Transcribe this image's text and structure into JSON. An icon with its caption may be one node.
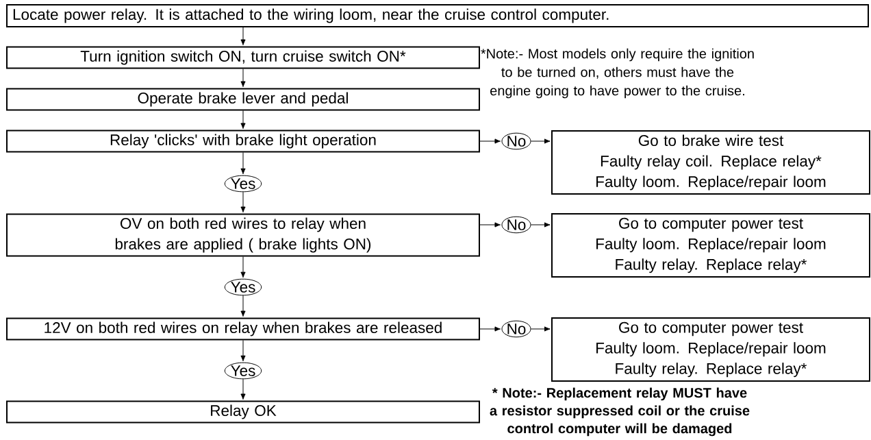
{
  "diagram": {
    "nodes": [
      {
        "text": [
          "Locate power relay.  It is attached to the wiring loom, near the cruise control computer."
        ]
      },
      {
        "text": [
          "Turn ignition switch ON, turn cruise switch ON*"
        ]
      },
      {
        "text": [
          "Operate brake lever and pedal"
        ]
      },
      {
        "text": [
          "Relay 'clicks' with brake light operation"
        ]
      },
      {
        "text": [
          "No"
        ]
      },
      {
        "text": [
          "Go to brake wire test",
          "Faulty relay coil.  Replace relay*",
          "Faulty loom. Replace/repair loom"
        ]
      },
      {
        "text": [
          "Yes"
        ]
      },
      {
        "text": [
          "OV on both red wires to relay when brakes are applied ( brake lights ON)"
        ]
      },
      {
        "text": [
          "No"
        ]
      },
      {
        "text": [
          "Go to computer power test",
          "Faulty loom.  Replace/repair loom",
          "Faulty relay.  Replace relay*"
        ]
      },
      {
        "text": [
          "Yes"
        ]
      },
      {
        "text": [
          "12V on both red wires on relay when brakes are released"
        ]
      },
      {
        "text": [
          "No"
        ]
      },
      {
        "text": [
          "Go to computer power test",
          "Faulty loom.  Replace/repair loom",
          "Faulty relay.  Replace relay*"
        ]
      },
      {
        "text": [
          "Yes"
        ]
      },
      {
        "text": [
          "Relay OK"
        ]
      }
    ],
    "edges": [
      {
        "from": 0,
        "to": 1,
        "arrow": "to"
      },
      {
        "from": 1,
        "to": 2,
        "arrow": "to"
      },
      {
        "from": 2,
        "to": 3,
        "arrow": "to"
      },
      {
        "from": 3,
        "to": 4,
        "arrow": "to"
      },
      {
        "from": 4,
        "to": 5,
        "arrow": "to"
      },
      {
        "from": 3,
        "to": 6,
        "arrow": "to"
      },
      {
        "from": 6,
        "to": 7,
        "arrow": "to"
      },
      {
        "from": 7,
        "to": 8,
        "arrow": "to"
      },
      {
        "from": 8,
        "to": 9,
        "arrow": "to"
      },
      {
        "from": 7,
        "to": 10,
        "arrow": "to"
      },
      {
        "from": 10,
        "to": 11,
        "arrow": "to"
      },
      {
        "from": 11,
        "to": 12,
        "arrow": "to"
      },
      {
        "from": 12,
        "to": 13,
        "arrow": "to"
      },
      {
        "from": 11,
        "to": 14,
        "arrow": "to"
      },
      {
        "from": 14,
        "to": 15,
        "arrow": "to"
      }
    ],
    "labels": [
      "*Note:- Most models only require the ignition to be turned on, others must have the engine going to have power to the cruise.",
      "* Note:- Replacement relay MUST have a resistor suppressed coil or the cruise control computer will be damaged"
    ]
  }
}
